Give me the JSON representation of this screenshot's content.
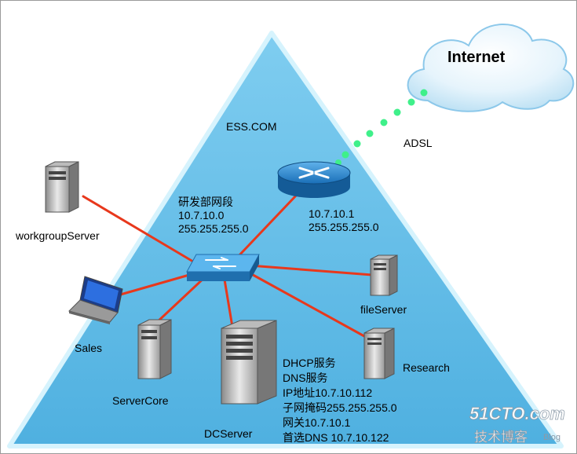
{
  "diagram": {
    "domain_label": "ESS.COM",
    "internet_label": "Internet",
    "adsl_label": "ADSL",
    "segment_lines": [
      "研发部网段",
      "10.7.10.0",
      "255.255.255.0"
    ],
    "router_lines": [
      "10.7.10.1",
      "255.255.255.0"
    ],
    "dc_lines": [
      "DHCP服务",
      "DNS服务",
      "IP地址10.7.10.112",
      "子网掩码255.255.255.0",
      "网关10.7.10.1",
      "首选DNS 10.7.10.122"
    ],
    "nodes": {
      "workgroup": "workgroupServer",
      "sales": "Sales",
      "servercore": "ServerCore",
      "dcserver": "DCServer",
      "fileserver": "fileServer",
      "research": "Research"
    }
  },
  "watermark": {
    "site": "51CTO.com",
    "sub": "技术博客",
    "blog": "Blog"
  },
  "colors": {
    "triangle_fill": "#5bb8e4",
    "triangle_edge": "#c9eefb",
    "link": "#e8381c",
    "adsl_dots": "#3ff08a",
    "router": "#1b6fb8",
    "switch": "#2a8ad0"
  }
}
